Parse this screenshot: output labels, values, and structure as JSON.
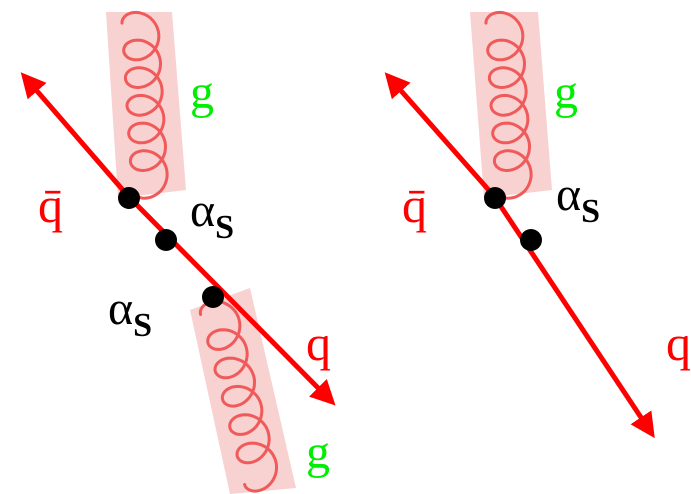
{
  "colors": {
    "quark_line": "#ff0000",
    "gluon_band": "#f7c9c9",
    "gluon_coil": "#f05a5a",
    "gluon_label": "#00ee00",
    "quark_label": "#ff0000",
    "vertex": "#000000",
    "coupling_label": "#000000"
  },
  "left_diagram": {
    "antiquark_label": "q̄",
    "quark_label": "q",
    "gluon_top_label": "g",
    "gluon_bottom_label": "g",
    "coupling_top": {
      "symbol": "α",
      "subscript": "S"
    },
    "coupling_bottom": {
      "symbol": "α",
      "subscript": "S"
    }
  },
  "right_diagram": {
    "antiquark_label": "q̄",
    "quark_label": "q",
    "gluon_top_label": "g",
    "coupling_top": {
      "symbol": "α",
      "subscript": "S"
    }
  }
}
